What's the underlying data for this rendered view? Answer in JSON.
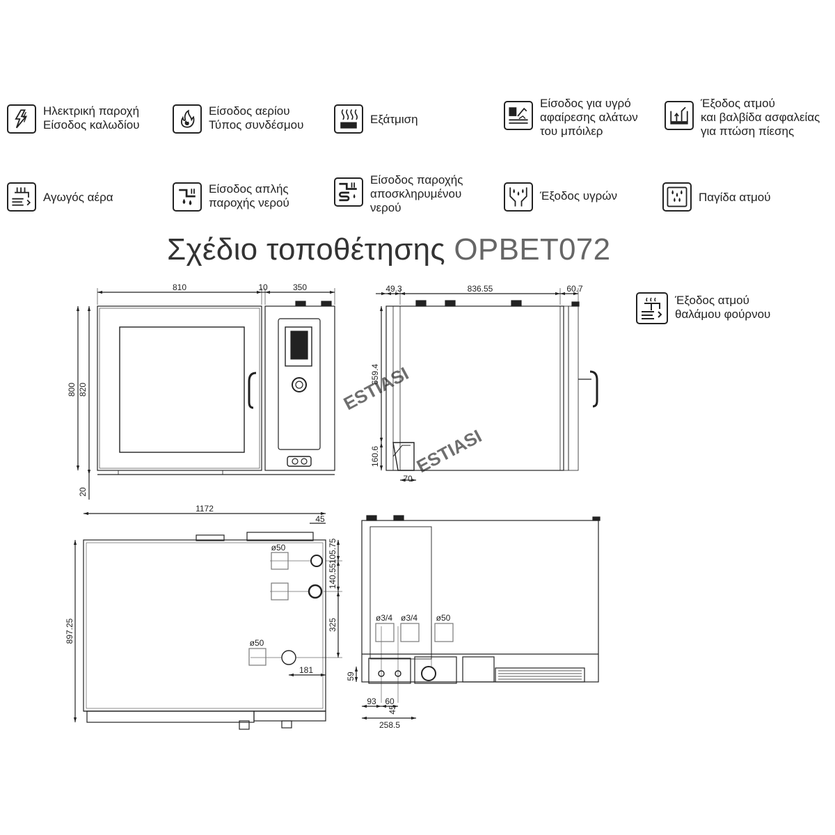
{
  "legend": {
    "electric": {
      "line1": "Ηλεκτρική παροχή",
      "line2": "Είσοδος καλωδίου",
      "icon": "electric-supply-icon"
    },
    "gas": {
      "line1": "Είσοδος αερίου",
      "line2": "Τύπος συνδέσμου",
      "icon": "gas-inlet-icon"
    },
    "vapor": {
      "line1": "Εξάτμιση",
      "icon": "vapor-exhaust-icon"
    },
    "descaling": {
      "line1": "Είσοδος για υγρό",
      "line2": "αφαίρεσης αλάτων",
      "line3": "του μπόιλερ",
      "icon": "descaling-inlet-icon"
    },
    "steam_valve": {
      "line1": "Έξοδος ατμού",
      "line2": "και βαλβίδα ασφαλείας",
      "line3": "για πτώση πίεσης",
      "icon": "steam-safety-valve-icon"
    },
    "air": {
      "line1": "Αγωγός αέρα",
      "icon": "air-duct-icon"
    },
    "water": {
      "line1": "Είσοδος απλής",
      "line2": "παροχής νερού",
      "icon": "water-inlet-icon"
    },
    "soft_water": {
      "line1": "Είσοδος παροχής",
      "line2": "αποσκληρυμένου",
      "line3": "νερού",
      "icon": "softened-water-inlet-icon"
    },
    "drain": {
      "line1": "Έξοδος υγρών",
      "icon": "drain-icon"
    },
    "trap": {
      "line1": "Παγίδα ατμού",
      "icon": "steam-trap-icon"
    },
    "chamber_steam": {
      "line1": "Έξοδος ατμού",
      "line2": "θαλάμου φούρνου",
      "icon": "chamber-steam-outlet-icon"
    }
  },
  "title": {
    "main": "Σχέδιο τοποθέτησης",
    "model": "OPBET072"
  },
  "dimensions": {
    "front": {
      "width_door": "810",
      "gap": "10",
      "width_panel": "350",
      "height_total": "820",
      "height_body": "800",
      "feet": "20"
    },
    "side": {
      "rear": "49.3",
      "depth": "836.55",
      "front": "60.7",
      "upper": "659.4",
      "lower": "160.6",
      "duct": "70"
    },
    "top": {
      "width": "1172",
      "depth": "897.25",
      "edge": "45",
      "d1": "105.75",
      "d2": "140.55",
      "d3": "325",
      "d4": "181",
      "dia1": "ø50",
      "dia2": "ø50"
    },
    "rear": {
      "dia1": "ø3/4",
      "dia2": "ø3/4",
      "dia3": "ø50",
      "h": "59",
      "a": "93",
      "b": "60",
      "c": "45",
      "total": "258.5"
    }
  },
  "watermark": "ESTIASI"
}
